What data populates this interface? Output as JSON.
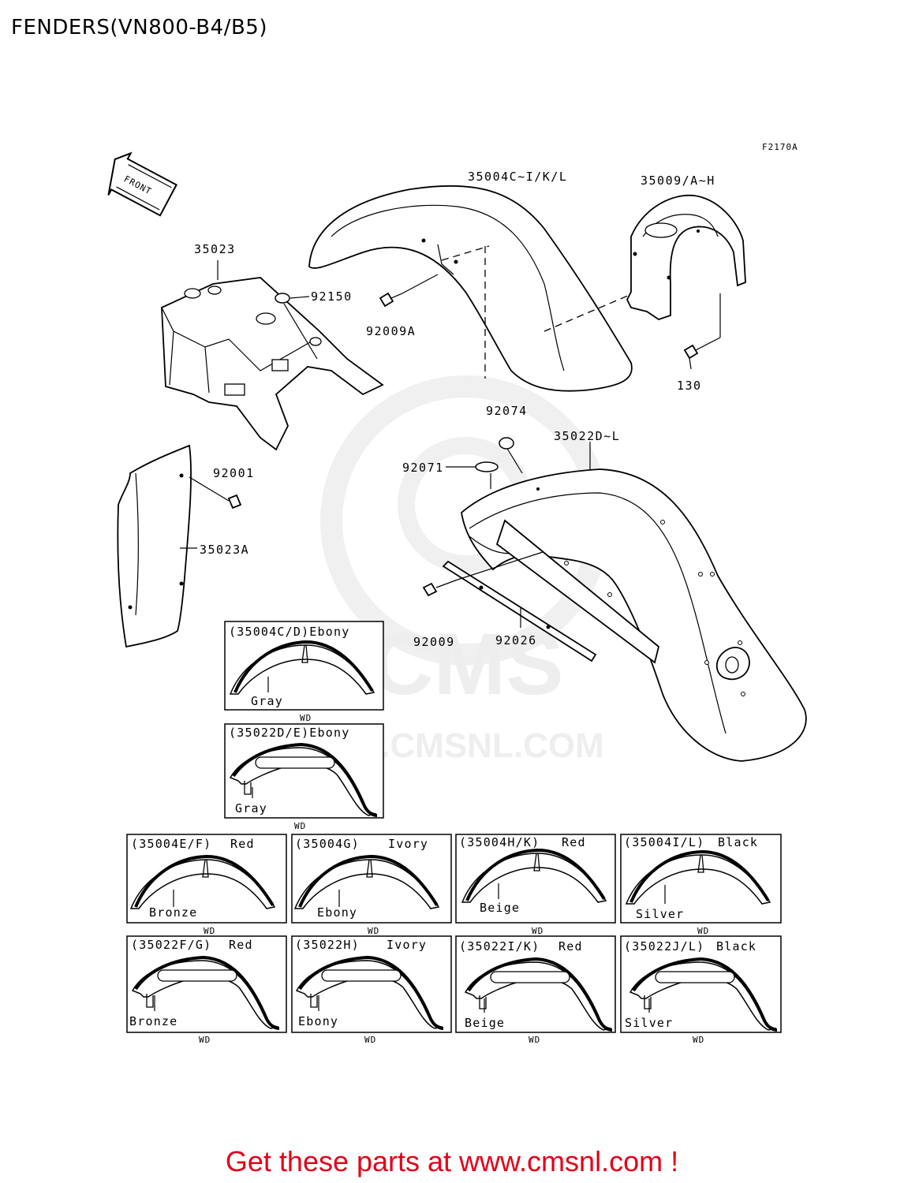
{
  "title": "FENDERS(VN800-B4/B5)",
  "figure_code": "F2170A",
  "front_arrow": "FRONT",
  "watermark": {
    "brand": "CMS",
    "url": "WWW.CMSNL.COM"
  },
  "parts": {
    "p35004": "35004C~I/K/L",
    "p35009": "35009/A~H",
    "p35023": "35023",
    "p92150": "92150",
    "p92009A": "92009A",
    "p130": "130",
    "p92074": "92074",
    "p35022": "35022D~L",
    "p92071": "92071",
    "p92001": "92001",
    "p35023A": "35023A",
    "p92009": "92009",
    "p92026": "92026"
  },
  "color_variants": [
    {
      "title": "(35004C/D)Ebony",
      "stripe": "",
      "base": "Gray",
      "note": "WD"
    },
    {
      "title": "(35022D/E)Ebony",
      "stripe": "",
      "base": "Gray",
      "note": "WD"
    },
    {
      "title": "(35004E/F)",
      "stripe": "Red",
      "base": "Bronze",
      "note": "WD"
    },
    {
      "title": "(35004G)",
      "stripe": "Ivory",
      "base": "Ebony",
      "note": "WD"
    },
    {
      "title": "(35004H/K)",
      "stripe": "Red",
      "base": "Beige",
      "note": "WD"
    },
    {
      "title": "(35004I/L)",
      "stripe": "Black",
      "base": "Silver",
      "note": "WD"
    },
    {
      "title": "(35022F/G)",
      "stripe": "Red",
      "base": "Bronze",
      "note": "WD"
    },
    {
      "title": "(35022H)",
      "stripe": "Ivory",
      "base": "Ebony",
      "note": "WD"
    },
    {
      "title": "(35022I/K)",
      "stripe": "Red",
      "base": "Beige",
      "note": "WD"
    },
    {
      "title": "(35022J/L)",
      "stripe": "Black",
      "base": "Silver",
      "note": "WD"
    }
  ],
  "promo": "Get these parts at www.cmsnl.com !",
  "colors": {
    "promo": "#e2001a",
    "line": "#000000",
    "watermark": "#eeeeee"
  }
}
